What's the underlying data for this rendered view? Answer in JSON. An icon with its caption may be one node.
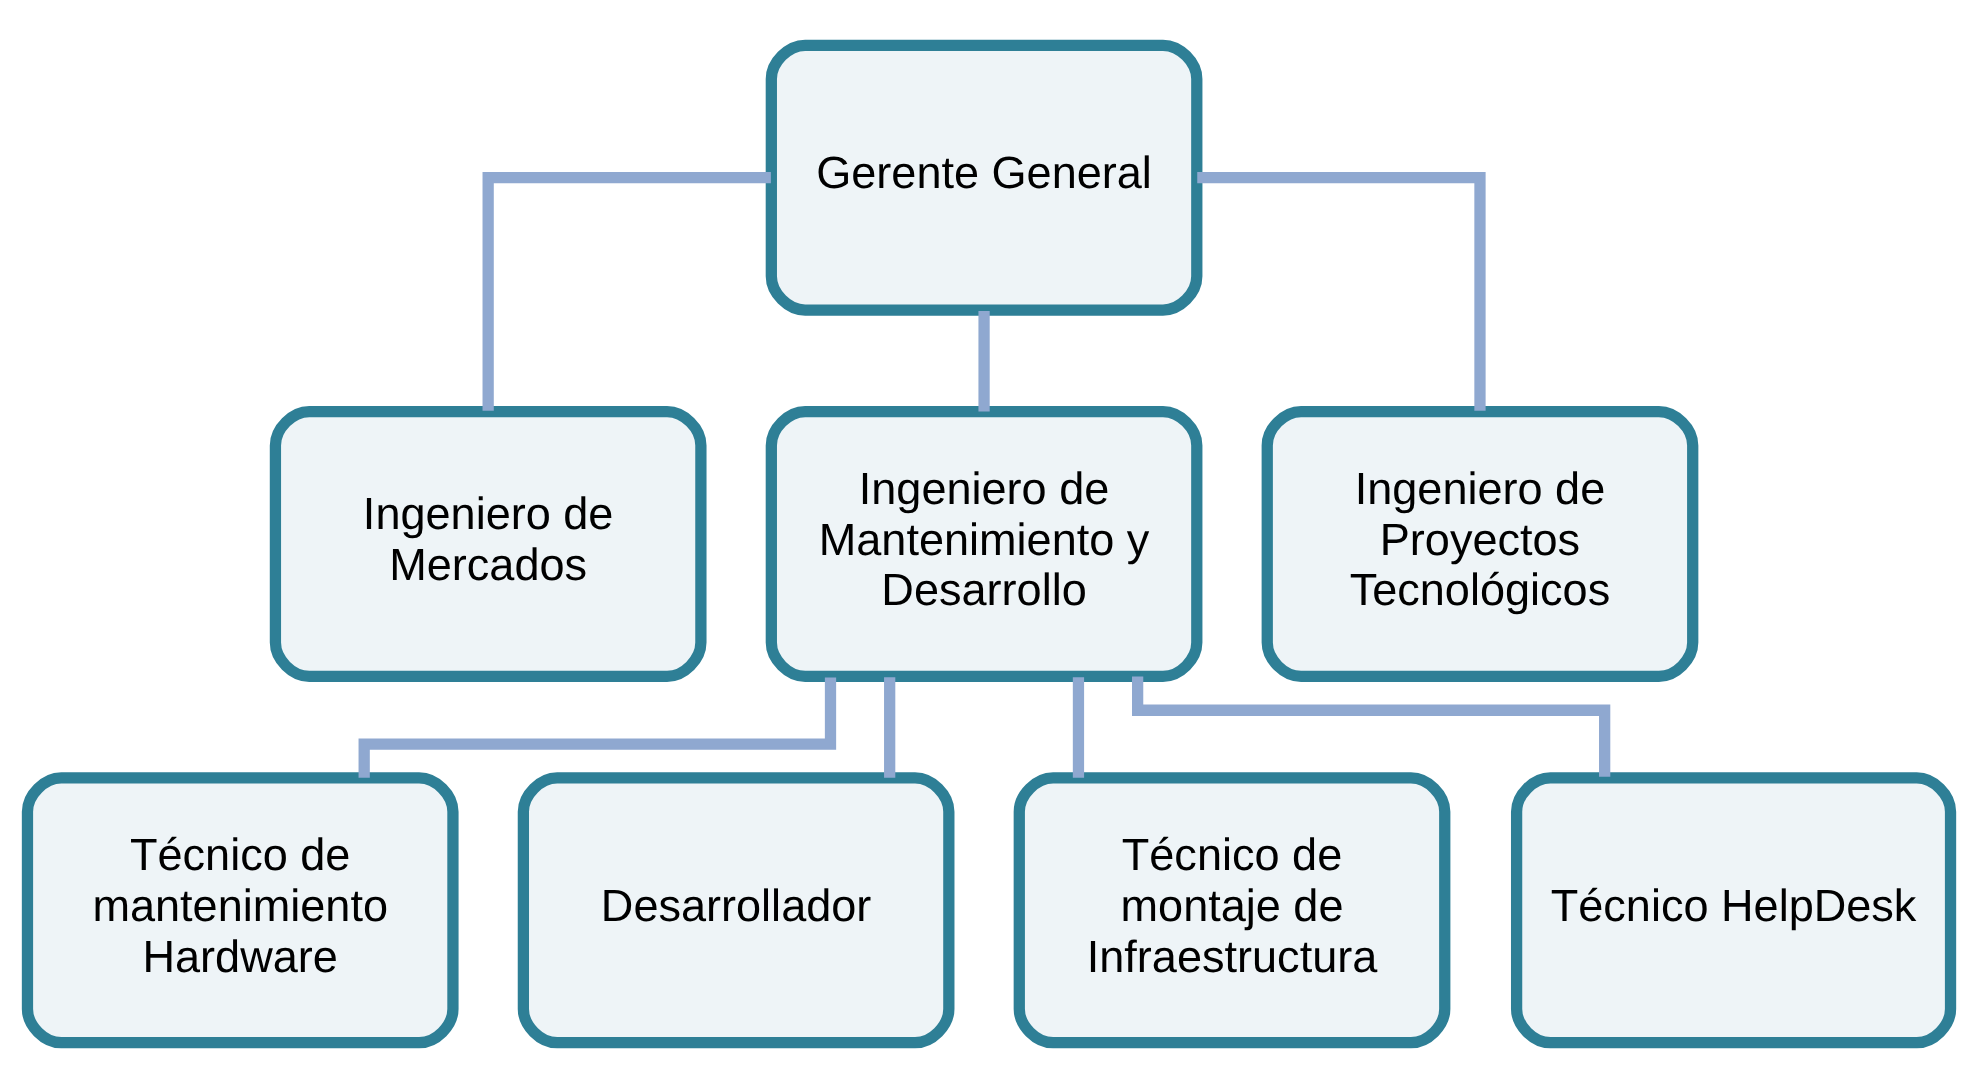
{
  "diagram": {
    "nodes": [
      {
        "text": [
          "Gerente General"
        ]
      },
      {
        "text": [
          "Ingeniero de Mercados"
        ]
      },
      {
        "text": [
          "Ingeniero de Mantenimiento y Desarrollo"
        ]
      },
      {
        "text": [
          "Ingeniero de Proyectos Tecnológicos"
        ]
      },
      {
        "text": [
          "Técnico de mantenimiento Hardware"
        ]
      },
      {
        "text": [
          "Desarrollador"
        ]
      },
      {
        "text": [
          "Técnico de montaje de Infraestructura"
        ]
      },
      {
        "text": [
          "Técnico HelpDesk"
        ]
      }
    ],
    "edges": [
      {
        "from": 0,
        "to": 1,
        "arrow": "none"
      },
      {
        "from": 0,
        "to": 2,
        "arrow": "none"
      },
      {
        "from": 0,
        "to": 3,
        "arrow": "none"
      },
      {
        "from": 2,
        "to": 4,
        "arrow": "none"
      },
      {
        "from": 2,
        "to": 5,
        "arrow": "none"
      },
      {
        "from": 2,
        "to": 6,
        "arrow": "none"
      },
      {
        "from": 2,
        "to": 7,
        "arrow": "none"
      }
    ]
  }
}
